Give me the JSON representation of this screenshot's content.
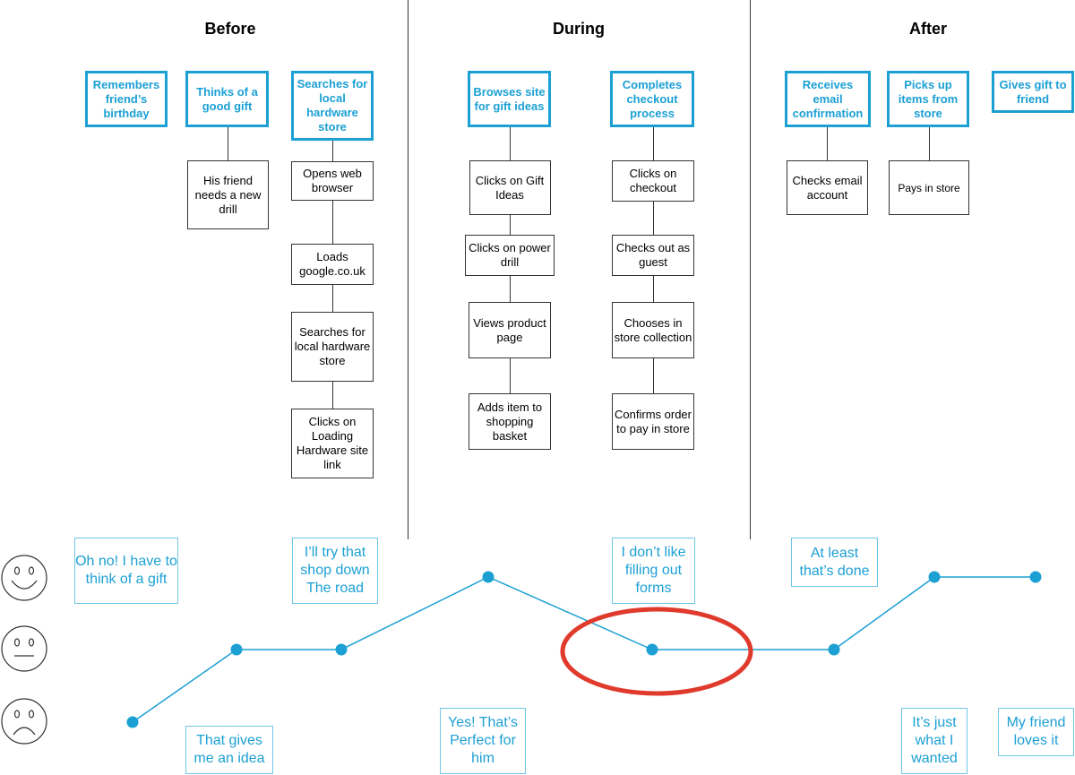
{
  "phases": [
    "Before",
    "During",
    "After"
  ],
  "stages": [
    "Remembers friend’s birthday",
    "Thinks of a good gift",
    "Searches for local hardware store",
    "Browses site for gift ideas",
    "Completes checkout process",
    "Receives email confirmation",
    "Picks up items from store",
    "Gives gift to friend"
  ],
  "actions": {
    "thinks": [
      "His friend needs a new drill"
    ],
    "searches": [
      "Opens web browser",
      "Loads google.co.uk",
      "Searches for local hardware store",
      "Clicks on Loading Hardware site link"
    ],
    "browses": [
      "Clicks on Gift Ideas",
      "Clicks on power drill",
      "Views product page",
      "Adds item to shopping basket"
    ],
    "checkout": [
      "Clicks on checkout",
      "Checks out as guest",
      "Chooses in store collection",
      "Confirms order to pay in store"
    ],
    "receives": [
      "Checks email account"
    ],
    "picks": [
      "Pays in store"
    ]
  },
  "quotes_top": [
    "Oh no! I have to think of a gift",
    "I’ll try that shop down The road",
    "I don’t like filling out forms",
    "At least that’s done"
  ],
  "quotes_bottom": [
    "That gives me an idea",
    "Yes! That’s Perfect for him",
    "It’s just what I wanted",
    "My friend loves it"
  ],
  "emotion_scale": [
    "happy-face-icon",
    "neutral-face-icon",
    "sad-face-icon"
  ],
  "journey": {
    "levels": [
      "sad",
      "neutral",
      "neutral",
      "happy",
      "neutral",
      "neutral",
      "happy",
      "happy"
    ],
    "highlight_index": 4,
    "line_color": "#1ca0d4",
    "highlight_color": "#e03a2c"
  },
  "colors": {
    "accent": "#1ca0d4",
    "quote_border": "#6fc6e6",
    "text": "#000000"
  }
}
